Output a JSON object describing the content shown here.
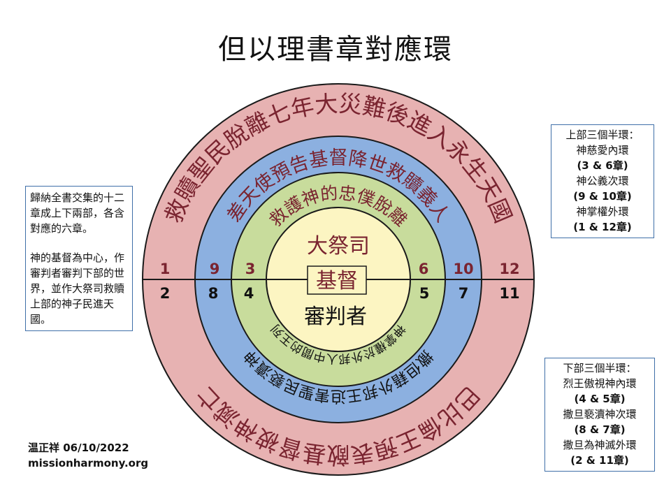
{
  "title": "但以理書章對應環",
  "rings": {
    "outer_top": "救贖聖民脫離七年大災難後進入永生天國",
    "outer_bottom": "巴比倫王預表敵基督被神滅亡",
    "middle_top": "差天使預告基督降世救贖義人",
    "middle_bottom": "撒但藉外邦王迫害聖民褻瀆神",
    "inner_top": "救護神的忠僕脫離",
    "inner_bottom": "神掌權於外邦人中間的王列",
    "center_top": "大祭司",
    "center_label": "基督",
    "center_bottom": "審判者"
  },
  "chapters": {
    "top": [
      "1",
      "9",
      "3",
      "6",
      "10",
      "12"
    ],
    "bottom": [
      "2",
      "8",
      "4",
      "5",
      "7",
      "11"
    ]
  },
  "left_box": {
    "p1": "歸納全書交集的十二章成上下兩部，各含對應的六章。",
    "p2": "神的基督為中心，作審判者審判下部的世界，並作大祭司救贖上部的神子民進天國。"
  },
  "right_top_box": {
    "header": "上部三個半環：",
    "l1": "神慈愛內環",
    "l2": "(3 & 6章)",
    "l3": "神公義次環",
    "l4": "(9 & 10章)",
    "l5": "神掌權外環",
    "l6": "(1 & 12章)"
  },
  "right_bottom_box": {
    "header": "下部三個半環：",
    "l1": "烈王傲視神內環",
    "l2": "(4 & 5章)",
    "l3": "撒旦褻瀆神次環",
    "l4": "(8 & 7章)",
    "l5": "撒旦為神滅外環",
    "l6": "(2 & 11章)"
  },
  "author": {
    "line1": "温正祥 06/10/2022",
    "line2": "missionharmony.org"
  },
  "colors": {
    "outer_ring": "#e7b2b2",
    "middle_ring": "#8cb0e0",
    "inner_ring": "#c8dc9c",
    "center": "#fcf5c2",
    "top_numbers": "#7a2430",
    "bottom_numbers": "#111111",
    "stroke": "#1a1a1a"
  }
}
